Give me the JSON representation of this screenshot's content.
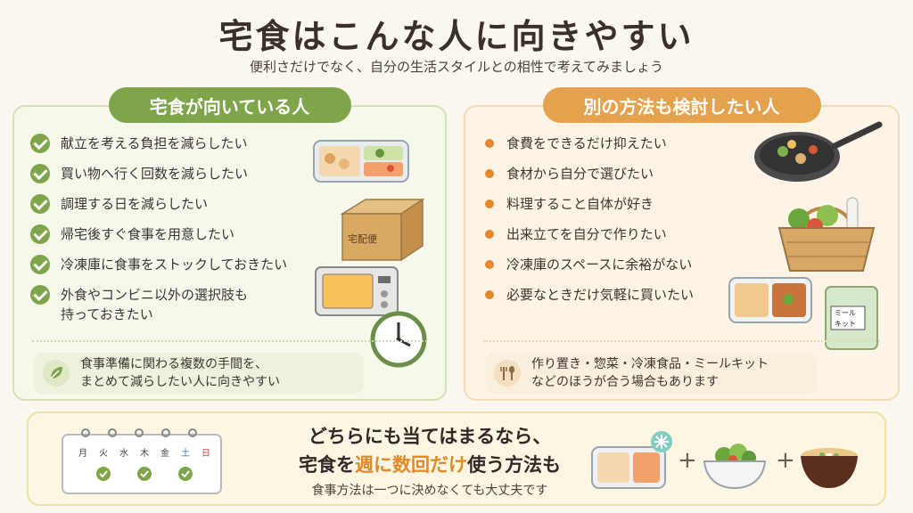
{
  "header": {
    "title": "宅食はこんな人に向きやすい",
    "subtitle": "便利さだけでなく、自分の生活スタイルとの相性で考えてみましょう"
  },
  "left": {
    "heading": "宅食が向いている人",
    "items": [
      "献立を考える負担を減らしたい",
      "買い物へ行く回数を減らしたい",
      "調理する日を減らしたい",
      "帰宅後すぐ食事を用意したい",
      "冷凍庫に食事をストックしておきたい",
      "外食やコンビニ以外の選択肢も"
    ],
    "item6_line2": "持っておきたい",
    "note_line1": "食事準備に関わる複数の手間を、",
    "note_line2": "まとめて減らしたい人に向きやすい",
    "box_label": "宅配便"
  },
  "right": {
    "heading": "別の方法も検討したい人",
    "items": [
      "食費をできるだけ抑えたい",
      "食材から自分で選びたい",
      "料理すること自体が好き",
      "出来立てを自分で作りたい",
      "冷凍庫のスペースに余裕がない",
      "必要なときだけ気軽に買いたい"
    ],
    "note_line1": "作り置き・惣菜・冷凍食品・ミールキット",
    "note_line2": "などのほうが合う場合もあります",
    "kit_label_1": "ミール",
    "kit_label_2": "キット"
  },
  "bottom": {
    "line1": "どちらにも当てはまるなら、",
    "line2_a": "宅食を",
    "line2_b": "週に数回だけ",
    "line2_c": "使う方法も",
    "line3": "食事方法は一つに決めなくても大丈夫です",
    "calendar_days": [
      "月",
      "火",
      "水",
      "木",
      "金",
      "土",
      "日"
    ],
    "plus": "+"
  },
  "colors": {
    "green": "#7ea54a",
    "orange": "#e4a24e",
    "highlight": "#e18a2a"
  }
}
